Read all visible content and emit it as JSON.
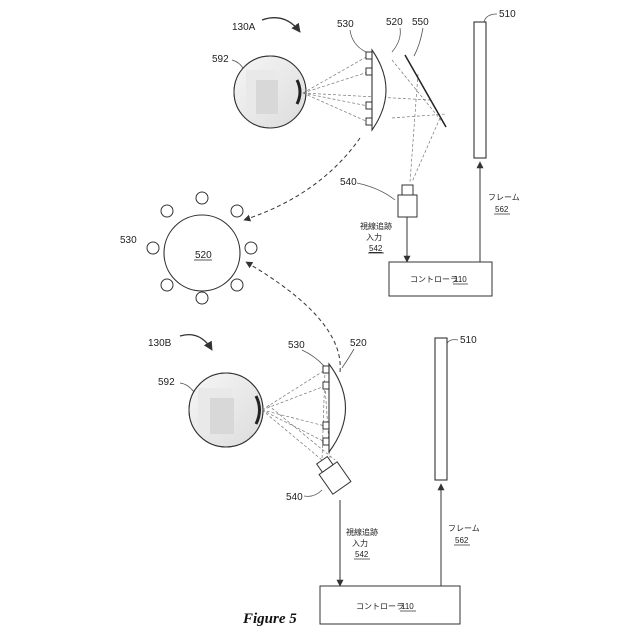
{
  "top": {
    "title": "130A",
    "ref_530": "530",
    "ref_520": "520",
    "ref_550": "550",
    "ref_510": "510",
    "ref_592": "592",
    "ref_540": "540",
    "gaze_input": "視線追跡\n入力",
    "gaze_input_line1": "視線追跡",
    "gaze_input_line2": "入力",
    "gaze_input_num": "542",
    "frame_label": "フレーム",
    "frame_num": "562",
    "controller_label": "コントローラ",
    "controller_num": "110"
  },
  "middle": {
    "ref_530": "530",
    "ref_520": "520"
  },
  "bottom": {
    "title": "130B",
    "ref_530": "530",
    "ref_520": "520",
    "ref_510": "510",
    "ref_592": "592",
    "ref_540": "540",
    "gaze_input_line1": "視線追跡",
    "gaze_input_line2": "入力",
    "gaze_input_num": "542",
    "frame_label": "フレーム",
    "frame_num": "562",
    "controller_label": "コントローラ",
    "controller_num": "110"
  },
  "figure_caption": "Figure 5"
}
